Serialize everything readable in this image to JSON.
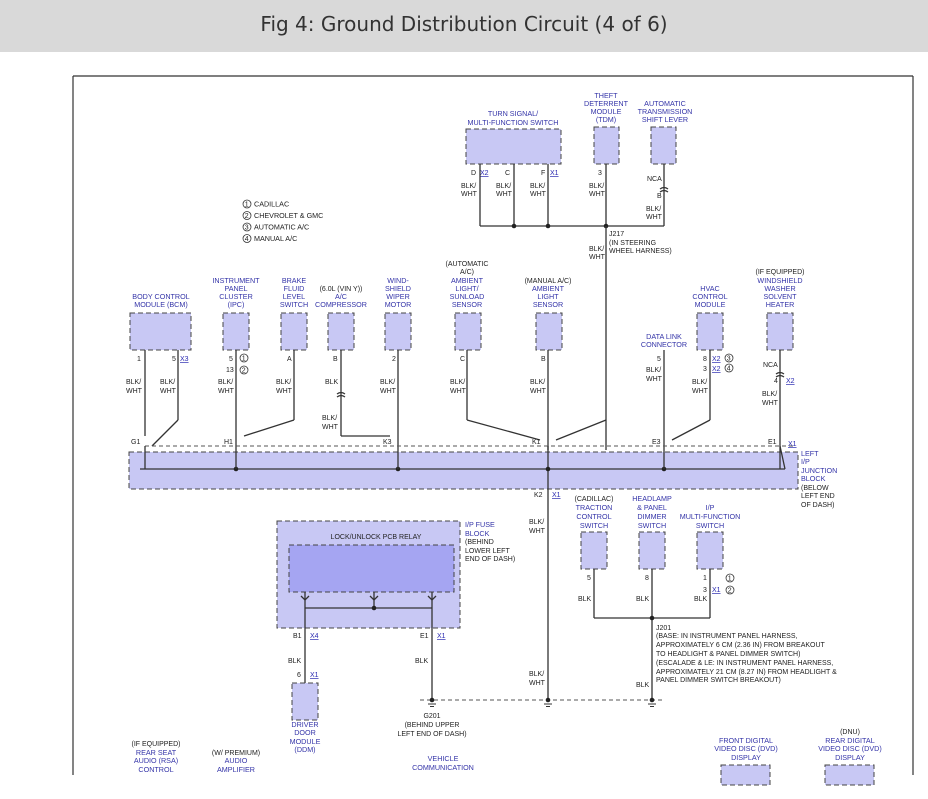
{
  "title": "Fig 4: Ground Distribution Circuit (4 of 6)",
  "legend": [
    {
      "num": "1",
      "text": "CADILLAC"
    },
    {
      "num": "2",
      "text": "CHEVROLET & GMC"
    },
    {
      "num": "3",
      "text": "AUTOMATIC A/C"
    },
    {
      "num": "4",
      "text": "MANUAL A/C"
    }
  ],
  "top_components": {
    "turn_signal": [
      "TURN SIGNAL/",
      "MULTI-FUNCTION SWITCH"
    ],
    "tdm": [
      "THEFT",
      "DETERRENT",
      "MODULE",
      "(TDM)"
    ],
    "ats": [
      "AUTOMATIC",
      "TRANSMISSION",
      "SHIFT LEVER"
    ]
  },
  "top_pins": {
    "d": "D",
    "c": "C",
    "f": "F",
    "x2": "X2",
    "x1": "X1",
    "p3": "3",
    "nca": "NCA",
    "b": "B"
  },
  "splice_j217": [
    "J217",
    "(IN STEERING",
    "WHEEL HARNESS)"
  ],
  "mid_components": {
    "bcm": [
      "BODY CONTROL",
      "MODULE (BCM)"
    ],
    "ipc": [
      "INSTRUMENT",
      "PANEL",
      "CLUSTER",
      "(IPC)"
    ],
    "brake": [
      "BRAKE",
      "FLUID",
      "LEVEL",
      "SWITCH"
    ],
    "ac_comp": [
      "(6.0L (VIN Y))",
      "A/C",
      "COMPRESSOR"
    ],
    "wiper": [
      "WIND-",
      "SHIELD",
      "WIPER",
      "MOTOR"
    ],
    "auto_sensor": [
      "(AUTOMATIC",
      "A/C)",
      "AMBIENT",
      "LIGHT/",
      "SUNLOAD",
      "SENSOR"
    ],
    "manual_sensor": [
      "(MANUAL A/C)",
      "AMBIENT",
      "LIGHT",
      "SENSOR"
    ],
    "dlc": [
      "DATA LINK",
      "CONNECTOR"
    ],
    "hvac": [
      "HVAC",
      "CONTROL",
      "MODULE"
    ],
    "heater": [
      "(IF EQUIPPED)",
      "WINDSHIELD",
      "WASHER",
      "SOLVENT",
      "HEATER"
    ]
  },
  "mid_pins": {
    "bcm1": "1",
    "bcm5": "5",
    "x3": "X3",
    "ipc5": "5",
    "ipc13": "13",
    "brakeA": "A",
    "acB": "B",
    "wiper2": "2",
    "autoC": "C",
    "manB": "B",
    "dlc5": "5",
    "hvac8": "8",
    "hvac3": "3",
    "hx2a": "X2",
    "hx2b": "X2",
    "c3": "3",
    "c4": "4",
    "c1": "1",
    "c2": "2",
    "nca": "NCA",
    "h4": "4",
    "hx2": "X2"
  },
  "wire_blk_wht": [
    "BLK/",
    "WHT"
  ],
  "wire_blk": "BLK",
  "junction_points": {
    "g1": "G1",
    "h1": "H1",
    "k3": "K3",
    "k1": "K1",
    "e3": "E3",
    "e1": "E1",
    "x1": "X1",
    "k2": "K2",
    "x1b": "X1"
  },
  "junction_block": [
    "LEFT",
    "I/P",
    "JUNCTION",
    "BLOCK",
    "(BELOW",
    "LEFT END",
    "OF DASH)"
  ],
  "fuse_block": [
    "I/P FUSE",
    "BLOCK",
    "(BEHIND",
    "LOWER LEFT",
    "END OF DASH)"
  ],
  "relay": "LOCK/UNLOCK PCB RELAY",
  "relay_pins": {
    "b1": "B1",
    "x4": "X4",
    "e1": "E1",
    "x1": "X1",
    "p6": "6",
    "px1": "X1"
  },
  "lower_components": {
    "tcs": [
      "(CADILLAC)",
      "TRACTION",
      "CONTROL",
      "SWITCH"
    ],
    "headlamp": [
      "HEADLAMP",
      "& PANEL",
      "DIMMER",
      "SWITCH"
    ],
    "ip_mfs": [
      "I/P",
      "MULTI-FUNCTION",
      "SWITCH"
    ],
    "ddm": [
      "DRIVER",
      "DOOR",
      "MODULE",
      "(DDM)"
    ]
  },
  "lower_pins": {
    "p5": "5",
    "p8": "8",
    "p1": "1",
    "p3": "3",
    "x1": "X1"
  },
  "splice_j201": [
    "J201",
    "(BASE: IN INSTRUMENT PANEL HARNESS,",
    "APPROXIMATELY 6 CM (2.36 IN) FROM BREAKOUT",
    "TO HEADLIGHT & PANEL DIMMER SWITCH)",
    "(ESCALADE & LE: IN INSTRUMENT PANEL HARNESS,",
    "APPROXIMATELY 21 CM (8.27 IN) FROM HEADLIGHT &",
    "PANEL DIMMER SWITCH BREAKOUT)"
  ],
  "ground_g201": [
    "G201",
    "(BEHIND UPPER",
    "LEFT END OF DASH)"
  ],
  "bottom_components": {
    "rsa": [
      "(IF EQUIPPED)",
      "REAR SEAT",
      "AUDIO (RSA)",
      "CONTROL"
    ],
    "amp": [
      "(W/ PREMIUM)",
      "AUDIO",
      "AMPLIFIER"
    ],
    "vcim": [
      "VEHICLE",
      "COMMUNICATION"
    ],
    "front_dvd": [
      "FRONT DIGITAL",
      "VIDEO DISC (DVD)",
      "DISPLAY"
    ],
    "rear_dvd": [
      "(DNU)",
      "REAR DIGITAL",
      "VIDEO DISC (DVD)",
      "DISPLAY"
    ]
  }
}
